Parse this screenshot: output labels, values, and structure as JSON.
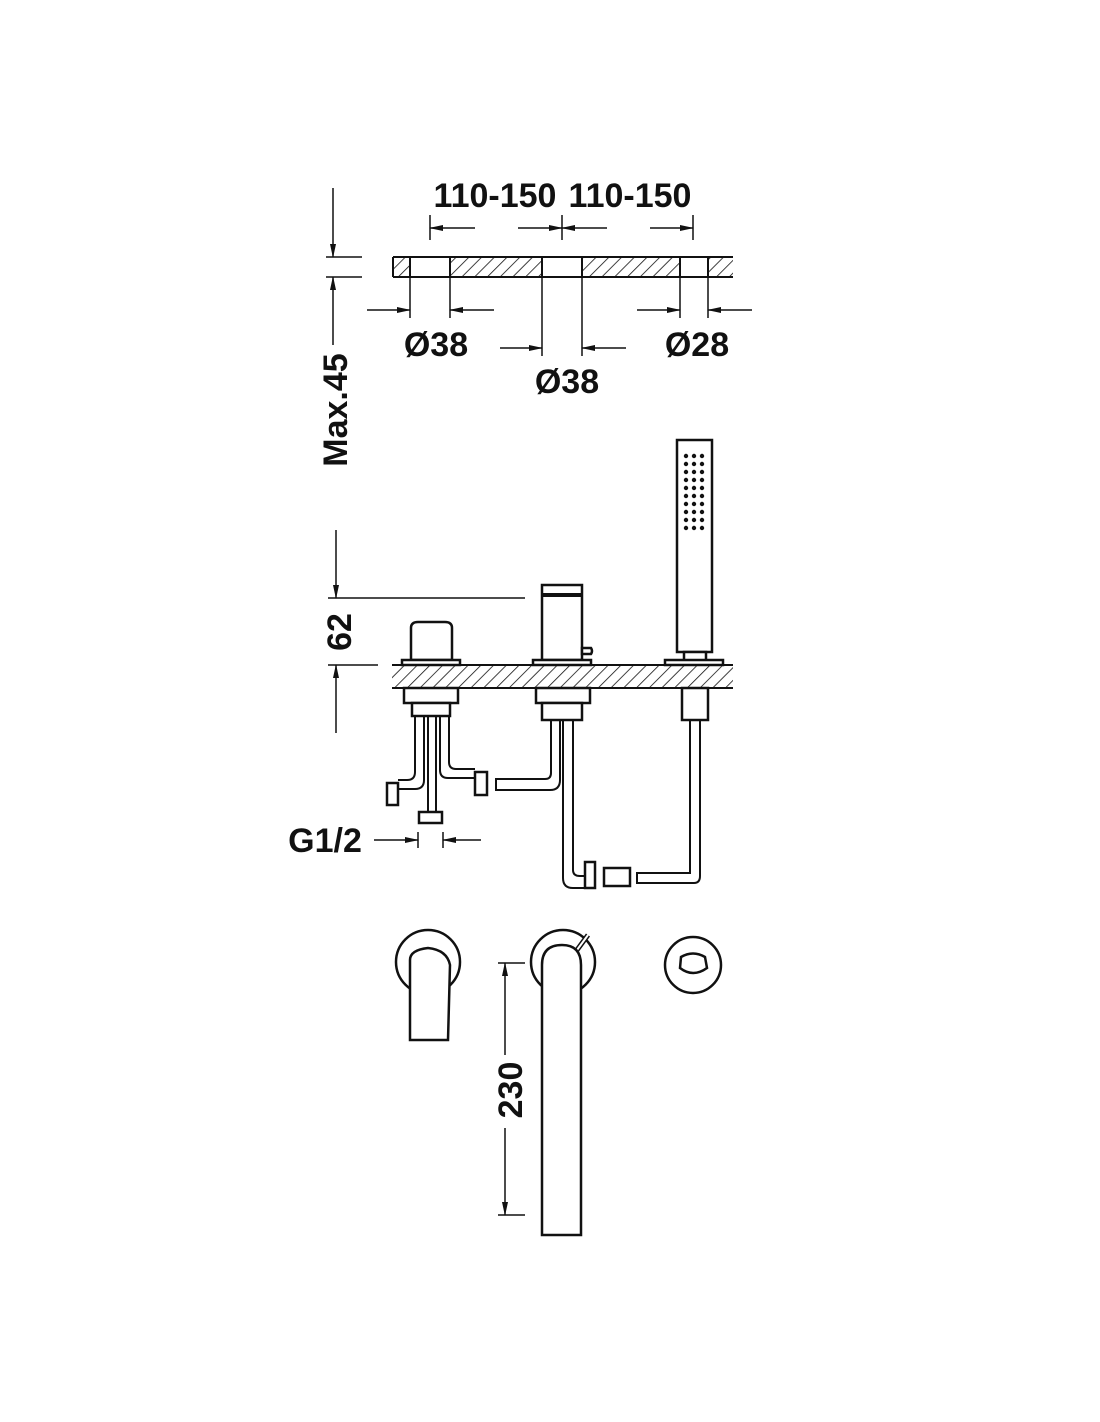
{
  "diagram": {
    "top_view": {
      "spacing_left": "110-150",
      "spacing_right": "110-150",
      "hole_left": "Ø38",
      "hole_center": "Ø38",
      "hole_right": "Ø28",
      "max_thickness": "Max.45"
    },
    "side_view": {
      "height": "62",
      "connection": "G1/2"
    },
    "front_view": {
      "spout_length": "230"
    },
    "colors": {
      "line": "#111111",
      "background": "#ffffff"
    }
  }
}
